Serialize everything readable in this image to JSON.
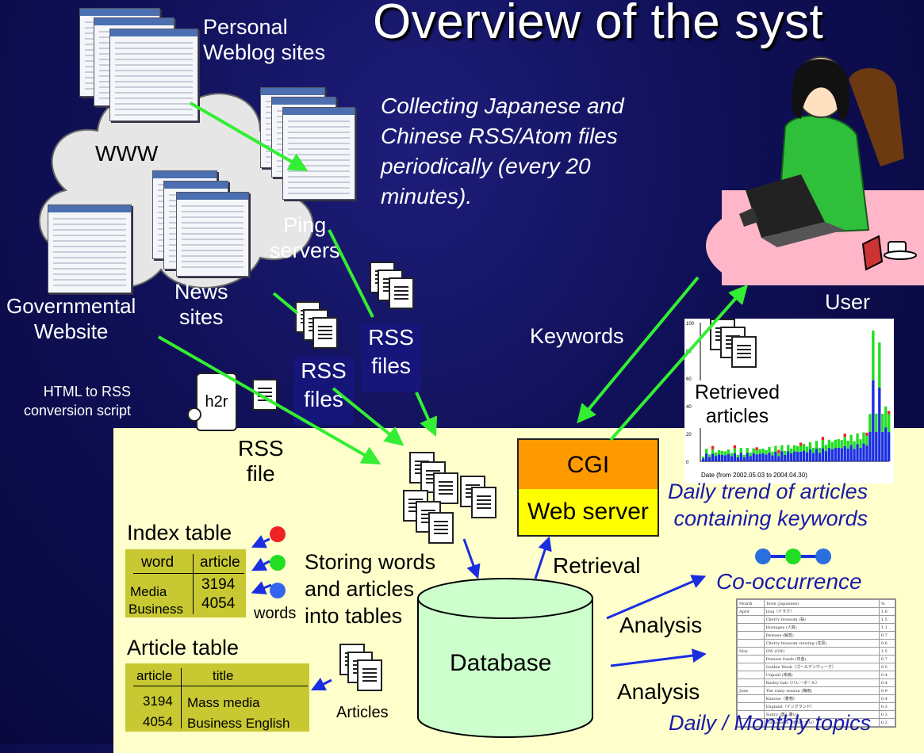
{
  "title": "Overview of the syst",
  "labels": {
    "personal": "Personal\nWeblog sites",
    "www": "WWW",
    "collecting": "Collecting Japanese and Chinese RSS/Atom files periodically (every 20 minutes).",
    "ping": "Ping\nservers",
    "news": "News\nsites",
    "gov": "Governmental\nWebsite",
    "html_to_rss": "HTML to RSS\nconversion script",
    "h2r": "h2r",
    "rss_file": "RSS\nfile",
    "rss_files_1": "RSS\nfiles",
    "rss_files_2": "RSS\nfiles",
    "keywords": "Keywords",
    "user": "User",
    "retrieved": "Retrieved\narticles",
    "cgi": "CGI",
    "web_server": "Web server",
    "daily_trend": "Daily trend of articles\ncontaining keywords",
    "retrieval": "Retrieval",
    "cooccurrence": "Co-occurrence",
    "analysis_1": "Analysis",
    "analysis_2": "Analysis",
    "database": "Database",
    "storing": "Storing words\nand articles\ninto tables",
    "words": "words",
    "articles": "Articles",
    "index_table": "Index table",
    "article_table": "Article table",
    "daily_monthly": "Daily / Monthly topics"
  },
  "index_table": {
    "headers": [
      "word",
      "article"
    ],
    "rows": [
      [
        "Media",
        "3194"
      ],
      [
        "Business",
        "4054"
      ]
    ]
  },
  "article_table": {
    "headers": [
      "article",
      "title"
    ],
    "rows": [
      [
        "3194",
        "Mass media"
      ],
      [
        "4054",
        "Business English"
      ]
    ]
  },
  "topics_table": {
    "headers": [
      "Month",
      "Term (Japanese)",
      "%"
    ],
    "rows": [
      [
        "April",
        "Iraq（イラク）",
        "1.6"
      ],
      [
        "",
        "Cherry blossom (桜)",
        "1.5"
      ],
      [
        "",
        "Hostages (人質)",
        "1.1"
      ],
      [
        "",
        "Release (解放)",
        "0.7"
      ],
      [
        "",
        "Cherry blossom viewing (花見)",
        "0.6"
      ],
      [
        "May",
        "GW (GW)",
        "1.5"
      ],
      [
        "",
        "Pension funds (年金)",
        "0.7"
      ],
      [
        "",
        "Golden Week（ゴールデンウィーク）",
        "0.5"
      ],
      [
        "",
        "Unpaid (未納)",
        "0.4"
      ],
      [
        "",
        "Barley ball（バレーボール）",
        "0.4"
      ],
      [
        "June",
        "The rainy season (梅雨)",
        "0.9"
      ],
      [
        "",
        "Kimono（着物）",
        "0.4"
      ],
      [
        "",
        "England（イングランド）",
        "0.3"
      ],
      [
        "",
        "Sultry (蒸し暑い)",
        "0.3"
      ],
      [
        "",
        "Portuguese（ポルトガル）",
        "0.2"
      ]
    ]
  },
  "trend_chart": {
    "x_caption": "Date (from 2002.05.03 to 2004.04.30)",
    "y_ticks": [
      "100",
      "80",
      "60",
      "40",
      "20",
      "0"
    ]
  },
  "colors": {
    "arrow_green": "#33ee33",
    "arrow_blue": "#1a2ee0",
    "olive": "#c8c832",
    "cgi": "#ff9900",
    "webserver": "#ffff00"
  }
}
